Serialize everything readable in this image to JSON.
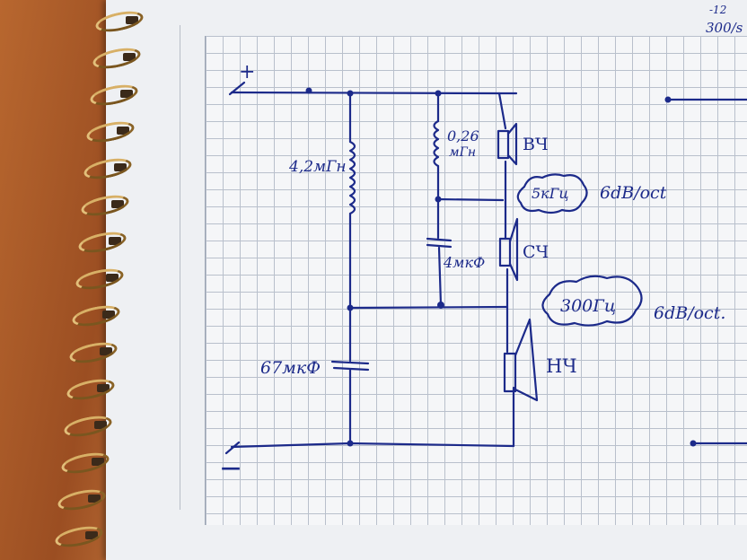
{
  "corner": {
    "line1": "-12",
    "line2": "300/s"
  },
  "terminals": {
    "plus": "+",
    "minus": "—"
  },
  "components": {
    "main_inductor": "4,2мГн",
    "tweeter_inductor_value": "0,26",
    "tweeter_inductor_unit": "мГн",
    "mid_capacitor": "4мкФ",
    "woofer_capacitor": "67мкФ"
  },
  "speakers": {
    "tweeter": "ВЧ",
    "mid": "СЧ",
    "woofer": "НЧ"
  },
  "crossover": {
    "high_freq": "5кГц",
    "high_slope": "6dB/oct",
    "low_freq": "300Гц",
    "low_slope": "6dB/oct."
  },
  "colors": {
    "ink": "#1c2a8a",
    "grid": "#b9c0cc",
    "paper": "#f5f6f8"
  }
}
